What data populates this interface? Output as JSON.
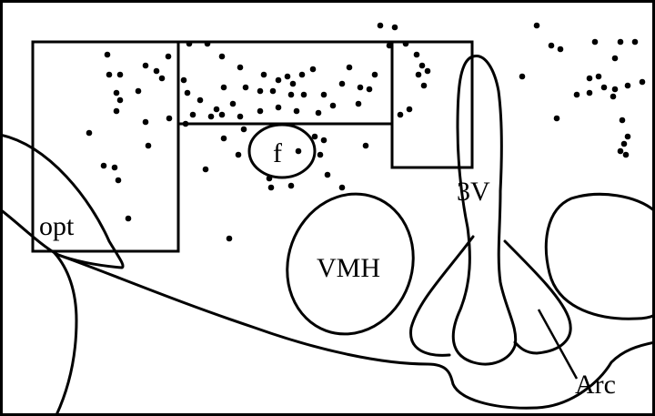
{
  "labels": {
    "opt": "opt",
    "f": "f",
    "third_ventricle": "3V",
    "vmh": "VMH",
    "arc": "Arc"
  },
  "colors": {
    "ink": "#000000",
    "background": "#ffffff"
  }
}
